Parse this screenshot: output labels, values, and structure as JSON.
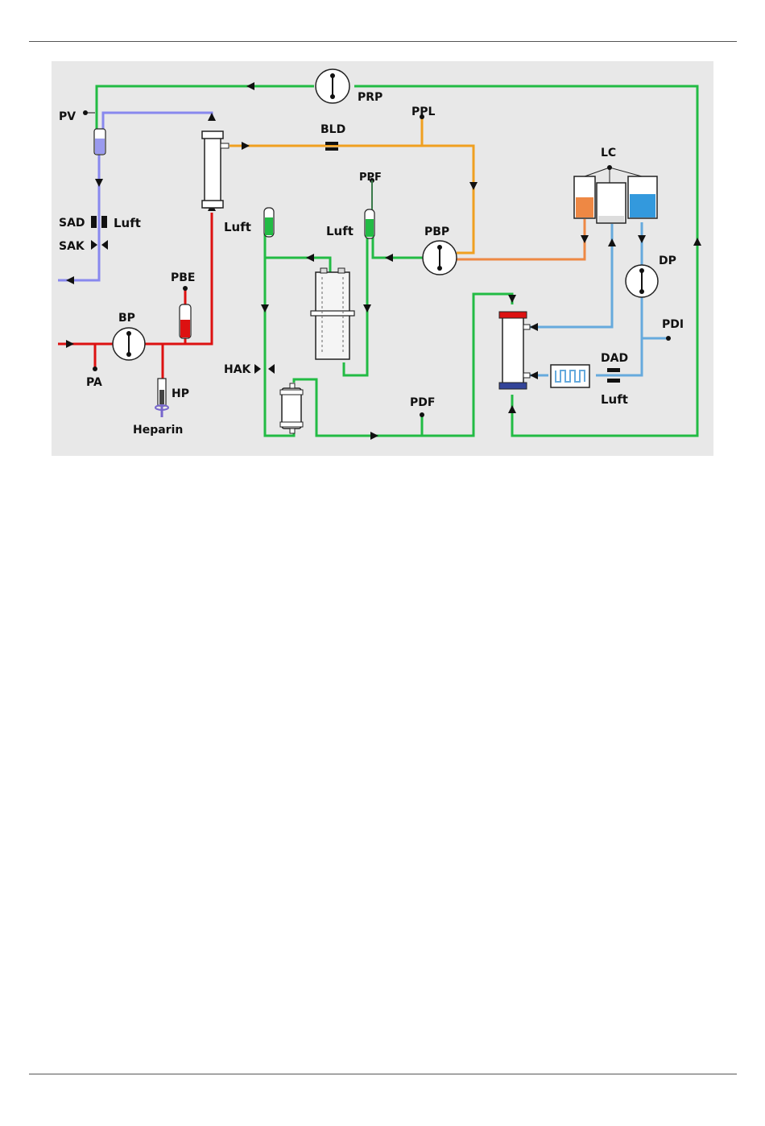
{
  "labels": {
    "prp": "PRP",
    "pv": "PV",
    "ppl": "PPL",
    "bld": "BLD",
    "lc": "LC",
    "ppf": "PPF",
    "sad": "SAD",
    "luft_sad": "Luft",
    "sak": "SAK",
    "luft_left_chamber": "Luft",
    "luft_mid_chamber": "Luft",
    "pbp": "PBP",
    "dp": "DP",
    "pbe": "PBE",
    "bp": "BP",
    "pdi": "PDI",
    "pa": "PA",
    "hak": "HAK",
    "dad": "DAD",
    "hp": "HP",
    "luft_dad": "Luft",
    "pdf": "PDF",
    "heparin": "Heparin"
  },
  "colors": {
    "green_line": "#22bb44",
    "venous_line": "#8888ee",
    "arterial_line": "#dd1111",
    "plasma_line": "#f0a020",
    "orange_line": "#ee8844",
    "dialysate_line": "#66aadd",
    "background": "#e8e8e8"
  }
}
